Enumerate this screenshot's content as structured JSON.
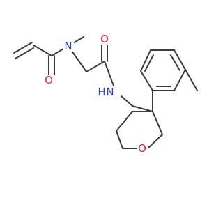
{
  "structure": {
    "atoms": [
      {
        "label": "O",
        "color": "#e8202a"
      },
      {
        "label": "N",
        "color": "#2f3db8"
      },
      {
        "label": "O",
        "color": "#e8202a"
      },
      {
        "label": "N",
        "color": "#2f3db8"
      },
      {
        "label": "H",
        "color": "#2f3db8"
      },
      {
        "label": "O",
        "color": "#e8202a"
      }
    ],
    "bond_color": "#3a3a3a"
  }
}
